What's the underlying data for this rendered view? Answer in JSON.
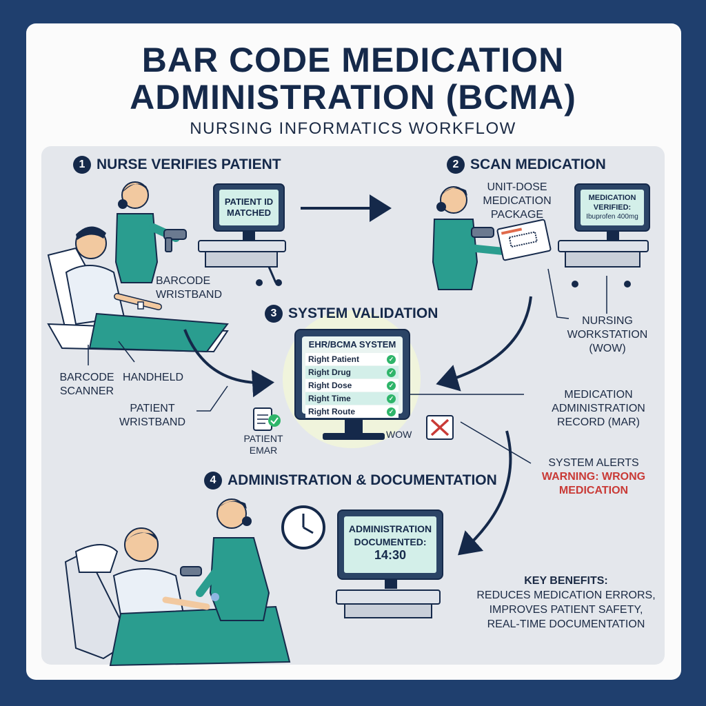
{
  "header": {
    "title_line1": "BAR CODE MEDICATION",
    "title_line2": "ADMINISTRATION (BCMA)",
    "subtitle": "NURSING INFORMATICS WORKFLOW"
  },
  "steps": [
    {
      "num": "1",
      "label": "NURSE VERIFIES PATIENT"
    },
    {
      "num": "2",
      "label": "SCAN MEDICATION"
    },
    {
      "num": "3",
      "label": "SYSTEM VALIDATION"
    },
    {
      "num": "4",
      "label": "ADMINISTRATION & DOCUMENTATION"
    }
  ],
  "screens": {
    "patient_id": [
      "PATIENT ID",
      "MATCHED"
    ],
    "med_verified": [
      "MEDICATION",
      "VERIFIED:",
      "Ibuprofen 400mg"
    ],
    "ehr_title": "EHR/BCMA SYSTEM",
    "checks": [
      "Right Patient",
      "Right Drug",
      "Right Dose",
      "Right Time",
      "Right Route"
    ],
    "admin": [
      "ADMINISTRATION",
      "DOCUMENTED:",
      "14:30"
    ]
  },
  "labels": {
    "barcode_wristband": [
      "BARCODE",
      "WRISTBAND"
    ],
    "barcode_scanner": [
      "BARCODE",
      "SCANNER"
    ],
    "handheld": "HANDHELD",
    "patient_wristband": [
      "PATIENT",
      "WRISTBAND"
    ],
    "unit_dose": [
      "UNIT-DOSE",
      "MEDICATION",
      "PACKAGE"
    ],
    "nursing_workstation": [
      "NURSING",
      "WORKSTATION",
      "(WOW)"
    ],
    "mar": [
      "MEDICATION",
      "ADMINISTRATION",
      "RECORD (MAR)"
    ],
    "patient_emar": [
      "PATIENT",
      "EMAR"
    ],
    "wow": "WOW",
    "system_alerts": "SYSTEM ALERTS",
    "warning": [
      "WARNING: WRONG",
      "MEDICATION"
    ]
  },
  "benefits": {
    "heading": "KEY BENEFITS:",
    "lines": [
      "REDUCES MEDICATION ERRORS,",
      "IMPROVES PATIENT SAFETY,",
      "REAL-TIME DOCUMENTATION"
    ]
  },
  "colors": {
    "navy": "#15294a",
    "teal": "#2a9d8f",
    "screen_green": "#d3efe9",
    "alert_red": "#c93a36",
    "background_frame": "#1f3f6e"
  }
}
